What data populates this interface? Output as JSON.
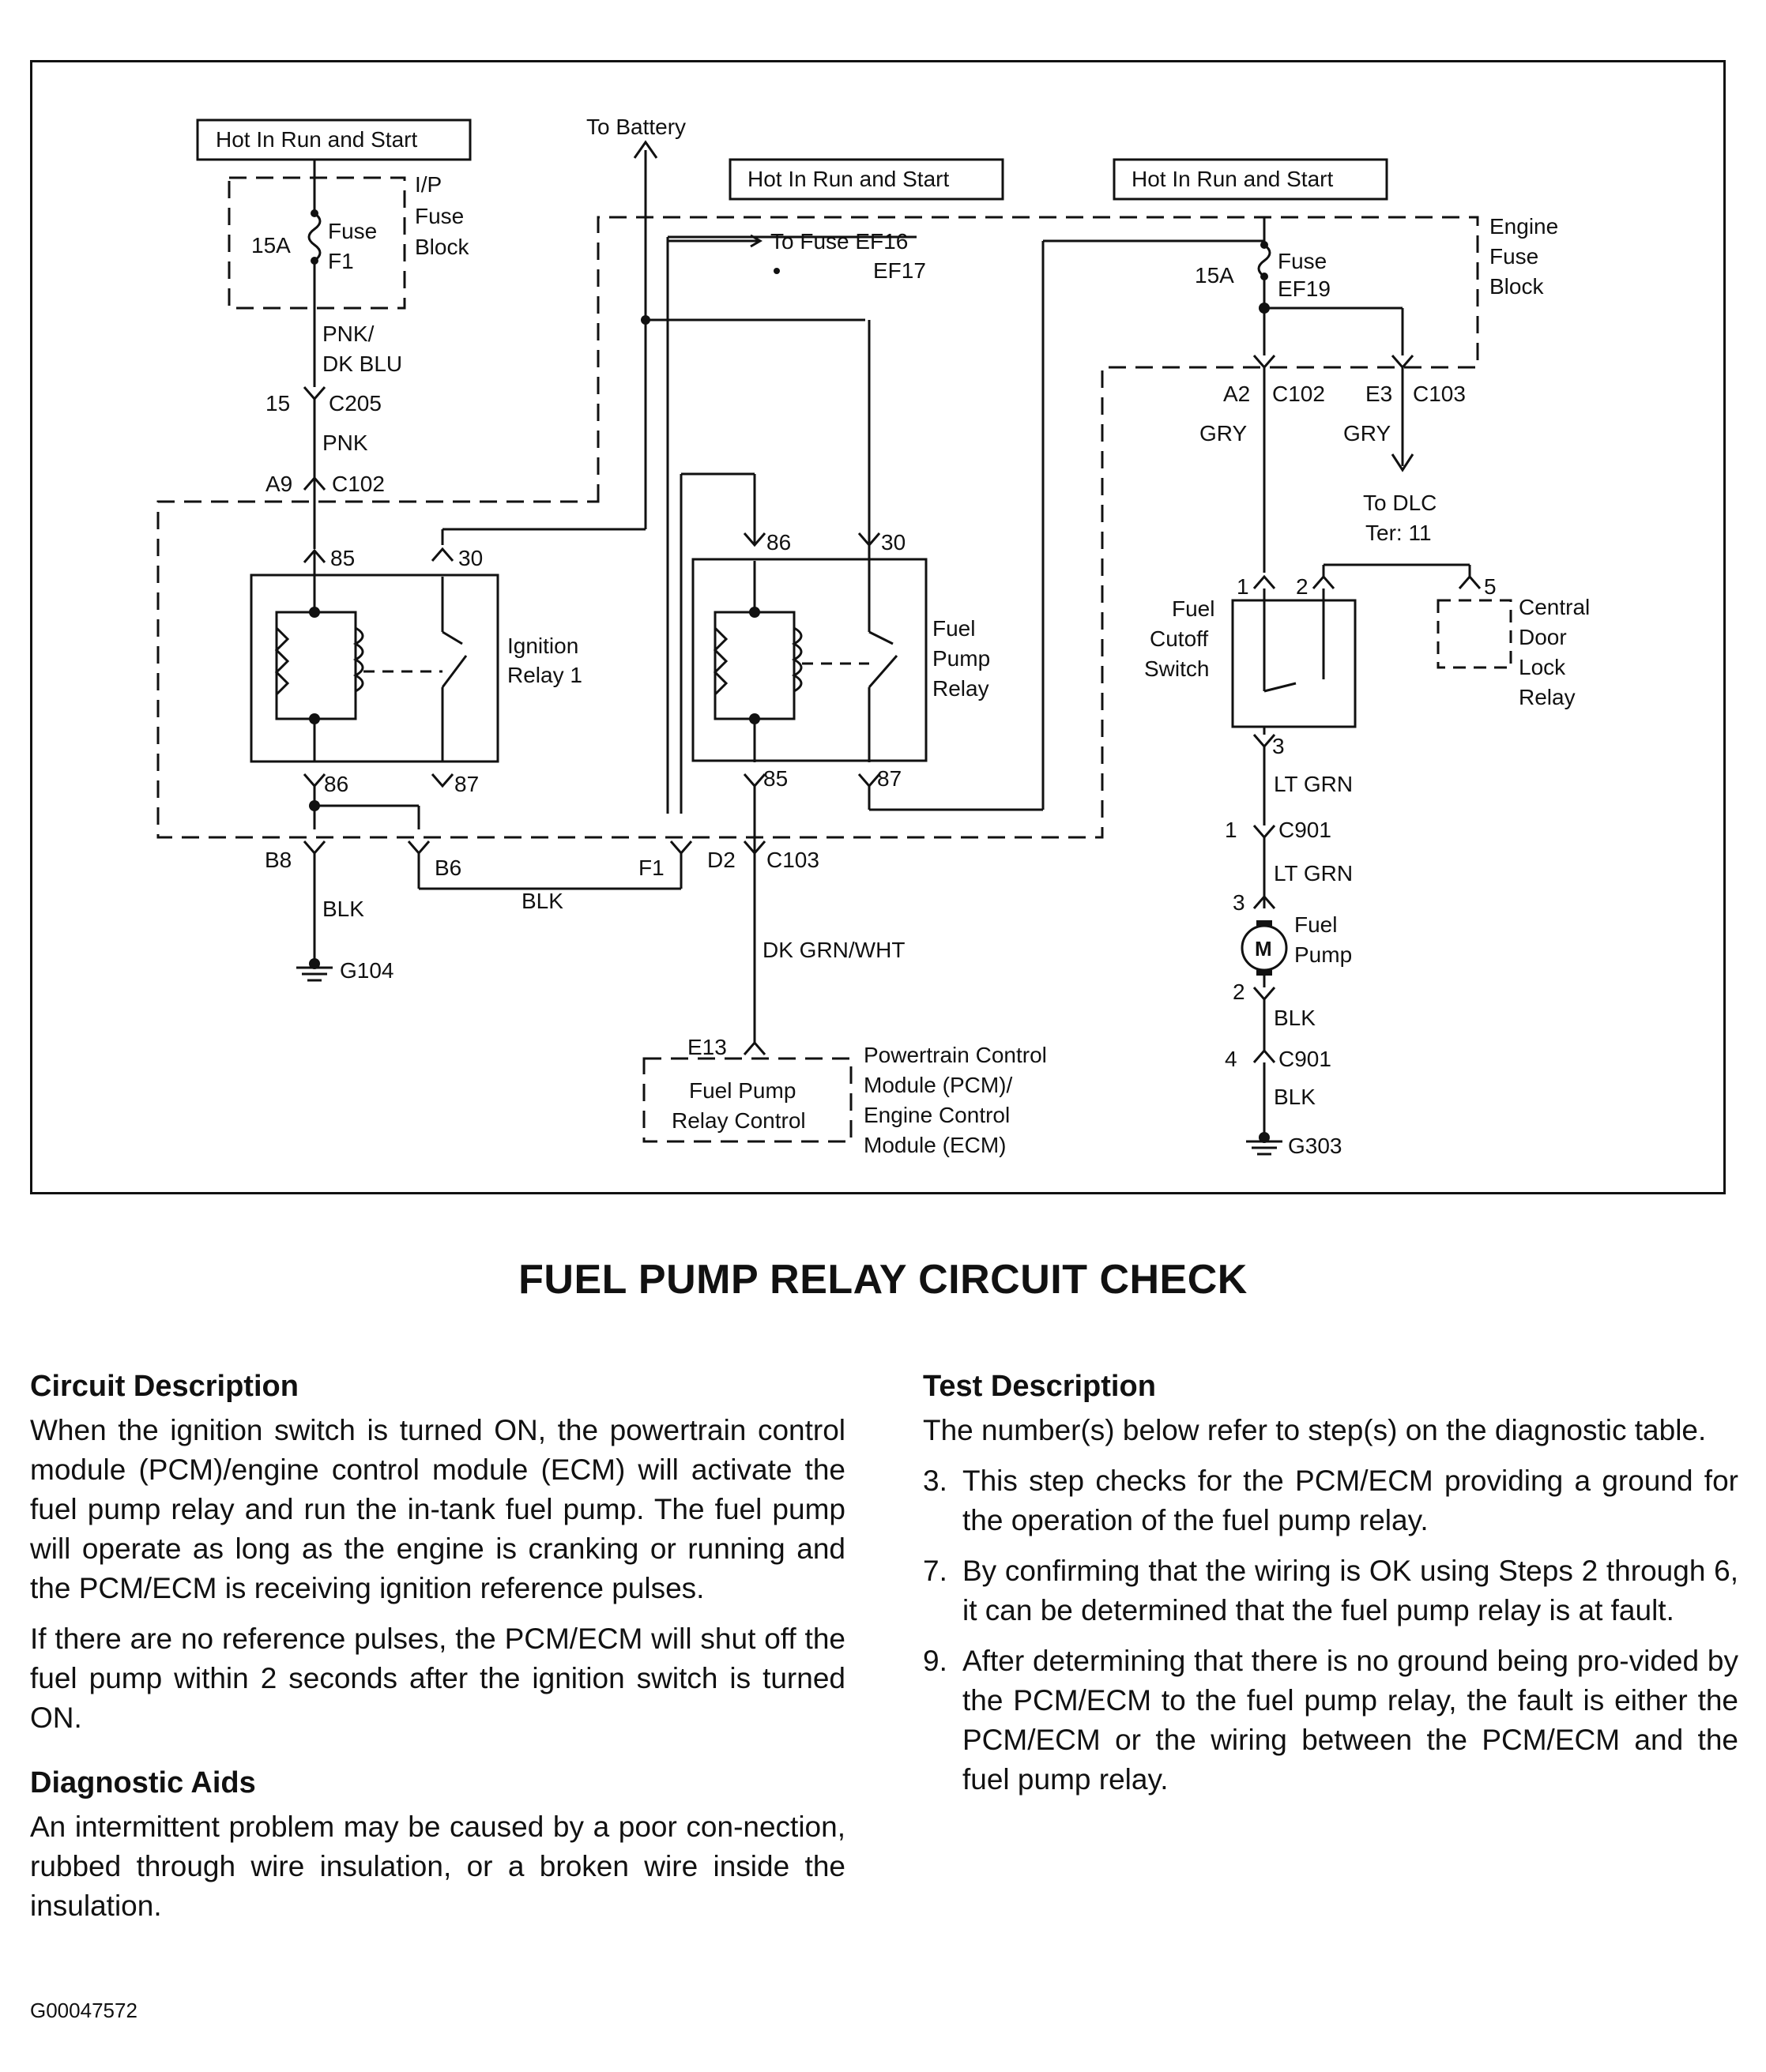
{
  "schematic": {
    "labels": {
      "hot_a": "Hot In Run and Start",
      "hot_b": "Hot In Run and Start",
      "hot_c": "Hot In Run and Start",
      "to_battery": "To Battery",
      "ip_fuse_block_1": "I/P",
      "ip_fuse_block_2": "Fuse",
      "ip_fuse_block_3": "Block",
      "f1_amp": "15A",
      "f1_name_1": "Fuse",
      "f1_name_2": "F1",
      "wire_pnk_dkblu_1": "PNK/",
      "wire_pnk_dkblu_2": "DK BLU",
      "c205_pin": "15",
      "c205": "C205",
      "wire_pnk": "PNK",
      "a9": "A9",
      "c102_left": "C102",
      "to_fuse_1": "To Fuse EF16",
      "to_fuse_2": "EF17",
      "ef19_amp": "15A",
      "ef19_name_1": "Fuse",
      "ef19_name_2": "EF19",
      "engine_fuse_block_1": "Engine",
      "engine_fuse_block_2": "Fuse",
      "engine_fuse_block_3": "Block",
      "a2": "A2",
      "c102_right": "C102",
      "e3": "E3",
      "c103_right": "C103",
      "gry_1": "GRY",
      "gry_2": "GRY",
      "to_dlc_1": "To DLC",
      "to_dlc_2": "Ter: 11",
      "ir1_85": "85",
      "ir1_30": "30",
      "ir1_86": "86",
      "ir1_87": "87",
      "ir1_name_1": "Ignition",
      "ir1_name_2": "Relay 1",
      "fp_86": "86",
      "fp_30": "30",
      "fp_85": "85",
      "fp_87": "87",
      "fp_name_1": "Fuel",
      "fp_name_2": "Pump",
      "fp_name_3": "Relay",
      "cutoff_pin1": "1",
      "cutoff_pin2": "2",
      "cutoff_pin3": "3",
      "cutoff_name_1": "Fuel",
      "cutoff_name_2": "Cutoff",
      "cutoff_name_3": "Switch",
      "cdl_pin": "5",
      "cdl_1": "Central",
      "cdl_2": "Door",
      "cdl_3": "Lock",
      "cdl_4": "Relay",
      "ltgrn_1": "LT GRN",
      "c901_pin1": "1",
      "c901_a": "C901",
      "ltgrn_2": "LT GRN",
      "pump_pin3": "3",
      "pump_m": "M",
      "pump_name_1": "Fuel",
      "pump_name_2": "Pump",
      "pump_pin2": "2",
      "blk_r1": "BLK",
      "c901_pin4": "4",
      "c901_b": "C901",
      "blk_r2": "BLK",
      "g303": "G303",
      "b8": "B8",
      "b6": "B6",
      "f1_pin": "F1",
      "d2": "D2",
      "c103_left": "C103",
      "blk_left": "BLK",
      "blk_mid": "BLK",
      "g104": "G104",
      "dkgrn_wht": "DK GRN/WHT",
      "e13": "E13",
      "pcm_box_1": "Fuel Pump",
      "pcm_box_2": "Relay Control",
      "pcm_1": "Powertrain Control",
      "pcm_2": "Module (PCM)/",
      "pcm_3": "Engine  Control",
      "pcm_4": "Module (ECM)"
    }
  },
  "title": "FUEL PUMP RELAY CIRCUIT CHECK",
  "circuit_description": {
    "heading": "Circuit Description",
    "p1": "When the ignition switch is turned ON, the powertrain control module (PCM)/engine control module (ECM) will activate the fuel pump relay and run the in-tank fuel pump. The fuel pump will operate as long as the engine is cranking or running and the PCM/ECM is receiving ignition reference pulses.",
    "p2": "If there are no reference pulses, the PCM/ECM will shut off the fuel pump within 2 seconds after the ignition switch is turned ON."
  },
  "diagnostic_aids": {
    "heading": "Diagnostic Aids",
    "p1": "An intermittent problem may be caused by a poor con-nection, rubbed through wire insulation, or a broken wire inside the insulation."
  },
  "test_description": {
    "heading": "Test Description",
    "intro": "The number(s) below refer to step(s) on the diagnostic table.",
    "items": [
      {
        "num": "3.",
        "text": "This step checks for the PCM/ECM providing a ground for the operation of the fuel pump relay."
      },
      {
        "num": "7.",
        "text": "By confirming that the wiring is OK using Steps 2 through 6, it can be determined that the fuel pump relay is at fault."
      },
      {
        "num": "9.",
        "text": "After determining that there is no ground being pro-vided by the PCM/ECM to the fuel pump relay, the fault is either the PCM/ECM or the wiring between the PCM/ECM and the fuel pump relay."
      }
    ]
  },
  "figure_id": "G00047572"
}
